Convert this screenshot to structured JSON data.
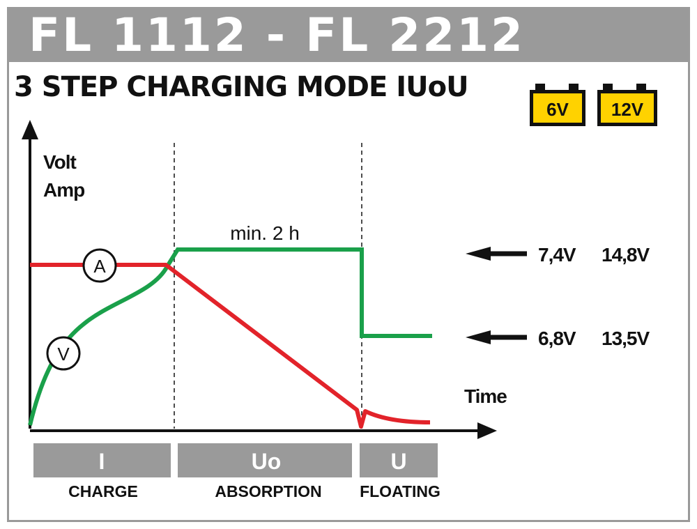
{
  "header": {
    "title": "FL 1112 - FL 2212"
  },
  "title": "3 STEP CHARGING MODE  IUoU",
  "batteries": [
    {
      "label": "6V"
    },
    {
      "label": "12V"
    }
  ],
  "axes": {
    "y_label_1": "Volt",
    "y_label_2": "Amp",
    "x_label": "Time"
  },
  "markers": {
    "amp": "A",
    "volt": "V"
  },
  "annotation": "min. 2 h",
  "voltage_levels": [
    {
      "v6": "7,4V",
      "v12": "14,8V"
    },
    {
      "v6": "6,8V",
      "v12": "13,5V"
    }
  ],
  "phases": [
    {
      "code": "I",
      "name": "CHARGE"
    },
    {
      "code": "Uo",
      "name": "ABSORPTION"
    },
    {
      "code": "U",
      "name": "FLOATING"
    }
  ],
  "colors": {
    "header_bg": "#9a9a9a",
    "current_line": "#e2232a",
    "voltage_line": "#1aa04a",
    "battery_fill": "#ffd200",
    "phase_box": "#9a9a9a"
  },
  "icons": [
    "battery-icon",
    "arrow-left-icon"
  ]
}
